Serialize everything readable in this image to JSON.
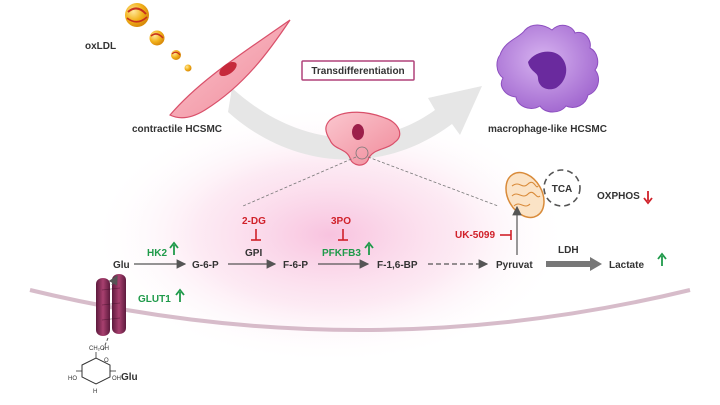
{
  "cells": {
    "oxldl": "oxLDL",
    "contractile": "contractile HCSMC",
    "transdiff": "Transdifferentiation",
    "macrophage": "macrophage-like HCSMC"
  },
  "pathway": {
    "glu": "Glu",
    "hk2": "HK2",
    "g6p": "G-6-P",
    "gpi": "GPI",
    "twodg": "2-DG",
    "f6p": "F-6-P",
    "threepo": "3PO",
    "pfkfb3": "PFKFB3",
    "f16bp": "F-1,6-BP",
    "pyruvat": "Pyruvat",
    "ldh": "LDH",
    "lactate": "Lactate",
    "uk5099": "UK-5099",
    "tca": "TCA",
    "oxphos": "OXPHOS"
  },
  "transport": {
    "glut1": "GLUT1",
    "glu_bottom": "Glu",
    "ring_ch2oh": "CH₂OH",
    "ring_o": "O",
    "ring_h": "H",
    "ring_oh": "OH",
    "ring_ho": "HO"
  },
  "colors": {
    "up_arrow": "#1f9a4a",
    "down_arrow": "#d0212a",
    "inhibitor": "#d0212a",
    "transdiff_border": "#b0427a",
    "membrane": "#7a2450",
    "macrophage": "#9d5fc9",
    "mito": "#e2a15a"
  },
  "icons": {
    "up": "up-arrow-icon",
    "down": "down-arrow-icon",
    "inhibit": "inhibition-tbar-icon"
  }
}
